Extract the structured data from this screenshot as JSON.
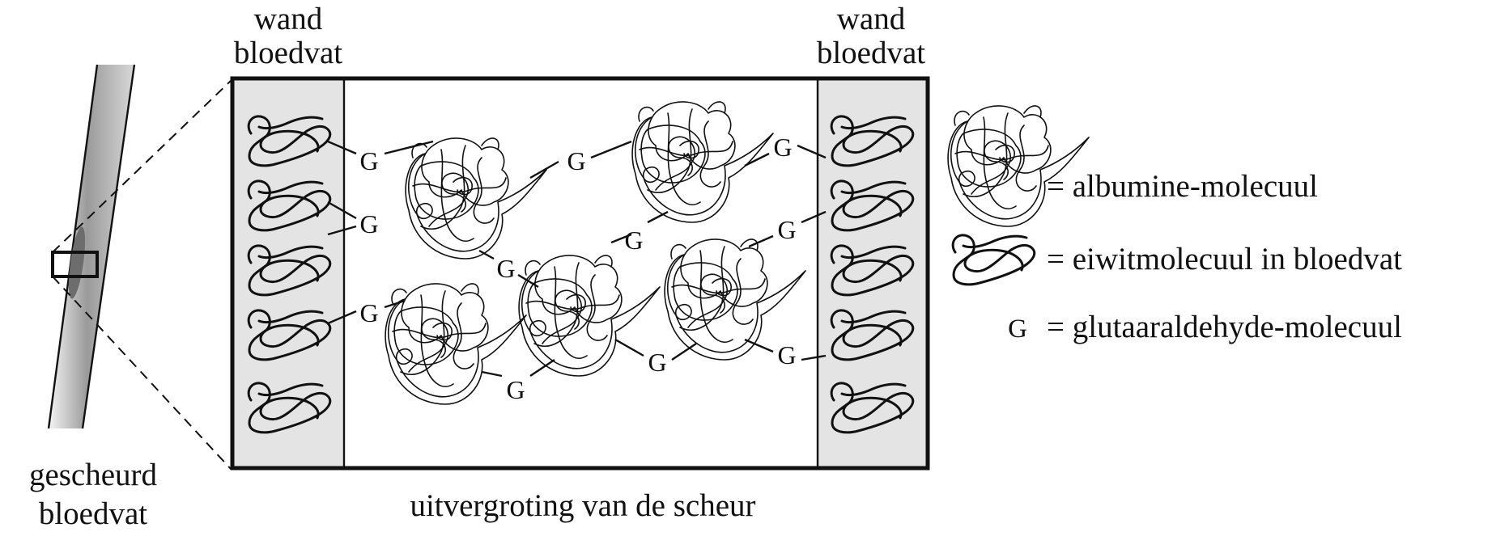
{
  "labels": {
    "wall_left": [
      "wand",
      "bloedvat"
    ],
    "wall_right": [
      "wand",
      "bloedvat"
    ],
    "torn_vessel": [
      "gescheurd",
      "bloedvat"
    ],
    "enlargement": "uitvergroting van de scheur",
    "g_symbol": "G"
  },
  "legend": {
    "albumin": "= albumine-molecuul",
    "protein": "= eiwitmolecuul in bloedvat",
    "glutaraldehyde_symbol": "G",
    "glutaraldehyde": "= glutaaraldehyde-molecuul"
  },
  "colors": {
    "wall_fill": "#e4e4e4",
    "line": "#111111",
    "background": "#ffffff"
  },
  "icons": [
    "albumin-molecule-icon",
    "protein-molecule-icon",
    "blood-vessel-icon"
  ]
}
